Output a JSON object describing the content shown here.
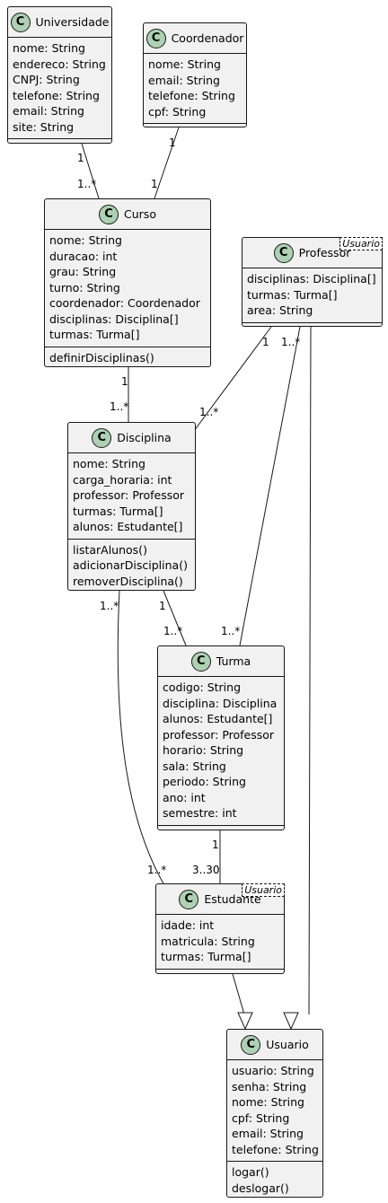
{
  "classes": {
    "universidade": {
      "name": "Universidade",
      "attrs": [
        "nome: String",
        "endereco: String",
        "CNPJ: String",
        "telefone: String",
        "email: String",
        "site: String"
      ],
      "methods": []
    },
    "coordenador": {
      "name": "Coordenador",
      "attrs": [
        "nome: String",
        "email: String",
        "telefone: String",
        "cpf: String"
      ],
      "methods": []
    },
    "curso": {
      "name": "Curso",
      "attrs": [
        "nome: String",
        "duracao: int",
        "grau: String",
        "turno: String",
        "coordenador: Coordenador",
        "disciplinas: Disciplina[]",
        "turmas: Turma[]"
      ],
      "methods": [
        "definirDisciplinas()"
      ]
    },
    "professor": {
      "name": "Professor",
      "stereotype": "Usuario",
      "attrs": [
        "disciplinas: Disciplina[]",
        "turmas: Turma[]",
        "area: String"
      ],
      "methods": []
    },
    "disciplina": {
      "name": "Disciplina",
      "attrs": [
        "nome: String",
        "carga_horaria: int",
        "professor: Professor",
        "turmas: Turma[]",
        "alunos: Estudante[]"
      ],
      "methods": [
        "listarAlunos()",
        "adicionarDisciplina()",
        "removerDisciplina()"
      ]
    },
    "turma": {
      "name": "Turma",
      "attrs": [
        "codigo: String",
        "disciplina: Disciplina",
        "alunos: Estudante[]",
        "professor: Professor",
        "horario: String",
        "sala: String",
        "periodo: String",
        "ano: int",
        "semestre: int"
      ],
      "methods": []
    },
    "estudante": {
      "name": "Estudante",
      "stereotype": "Usuario",
      "attrs": [
        "idade: int",
        "matricula: String",
        "turmas: Turma[]"
      ],
      "methods": []
    },
    "usuario": {
      "name": "Usuario",
      "attrs": [
        "usuario: String",
        "senha:  String",
        "nome: String",
        "cpf: String",
        "email: String",
        "telefone: String"
      ],
      "methods": [
        "logar()",
        "deslogar()"
      ]
    }
  },
  "multiplicities": {
    "uni_curso_a": "1",
    "uni_curso_b": "1..*",
    "coord_curso_a": "1",
    "coord_curso_b": "1",
    "curso_disc_a": "1",
    "curso_disc_b": "1..*",
    "prof_disc_a": "1",
    "prof_disc_b": "1..*",
    "prof_turma_a": "1..*",
    "prof_turma_b": "1..*",
    "disc_turma_a": "1",
    "disc_turma_b": "1..*",
    "disc_est_a": "1..*",
    "disc_est_b": "1..*",
    "turma_est_a": "1",
    "turma_est_b": "3..30"
  },
  "circle_letter": "C",
  "colors": {
    "class_fill": "#f1f1f1",
    "circle_fill": "#add1b2",
    "stroke": "#181818"
  }
}
